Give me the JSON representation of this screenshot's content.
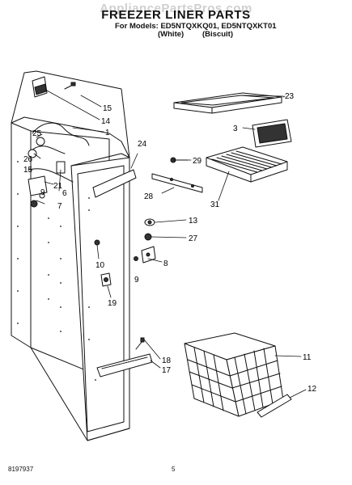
{
  "header": {
    "watermark": "AppliancePartsPros.com",
    "title": "FREEZER LINER PARTS",
    "models_line": "For Models: ED5NTQXKQ01, ED5NTQXKT01",
    "variant_white": "(White)",
    "variant_biscuit": "(Biscuit)"
  },
  "callouts": {
    "c1": "1",
    "c3": "3",
    "c6": "6",
    "c7": "7",
    "c8": "8",
    "c9a": "9",
    "c9b": "9",
    "c10": "10",
    "c11": "11",
    "c12": "12",
    "c13": "13",
    "c14": "14",
    "c15a": "15",
    "c15b": "15",
    "c17": "17",
    "c18": "18",
    "c19": "19",
    "c21": "21",
    "c23": "23",
    "c24": "24",
    "c25": "25",
    "c26": "26",
    "c27": "27",
    "c28": "28",
    "c29": "29",
    "c31": "31"
  },
  "footer": {
    "doc_number": "8197937",
    "page_number": "5"
  }
}
